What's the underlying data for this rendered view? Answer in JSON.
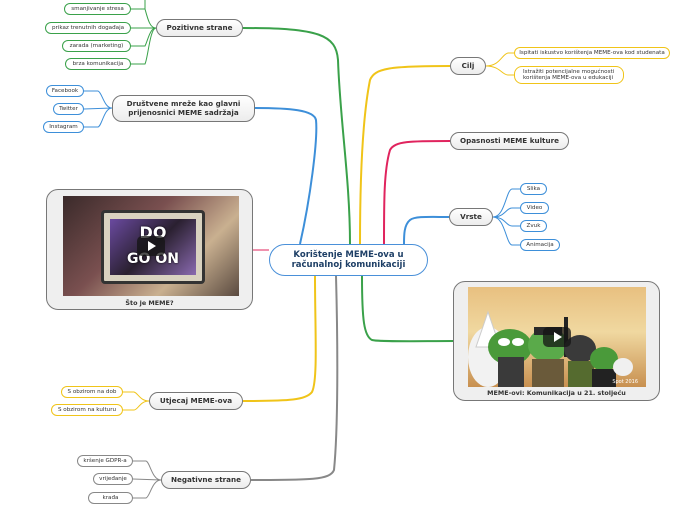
{
  "central": "Korištenje MEME-ova u računalnoj komunikaciji",
  "branches": {
    "pozitivne": {
      "label": "Pozitivne strane",
      "items": [
        "smanjivanje stresa",
        "prikaz trenutnih događaja",
        "zarada (marketing)",
        "brza komunikacija"
      ]
    },
    "drustvene": {
      "label": "Društvene mreže kao glavni prijenosnici MEME sadržaja",
      "items": [
        "Facebook",
        "Twitter",
        "Instagram"
      ]
    },
    "utjecaj": {
      "label": "Utjecaj MEME-ova",
      "items": [
        "S obzirom na dob",
        "S obzirom na kulturu"
      ]
    },
    "negativne": {
      "label": "Negativne strane",
      "items": [
        "kršenje GDPR-a",
        "vrijeđanje",
        "krađa"
      ]
    },
    "cilj": {
      "label": "Cilj",
      "items": [
        "Ispitati iskustvo korištenja MEME-ova kod studenata",
        "Istražiti potencijalne mogućnosti korištenja MEME-ova u edukaciji"
      ]
    },
    "opasnosti": {
      "label": "Opasnosti MEME kulture"
    },
    "vrste": {
      "label": "Vrste",
      "items": [
        "Slika",
        "Video",
        "Zvuk",
        "Animacija"
      ]
    }
  },
  "videos": {
    "left": {
      "title": "Što je MEME?",
      "text_top": "DO",
      "text_bottom": "GO ON"
    },
    "right": {
      "title": "MEME-ovi: Komunikacija u 21. stoljeću",
      "caption": "Spot 2016"
    }
  },
  "colors": {
    "green": "#3aa14a",
    "blue": "#3d8fd9",
    "yellow": "#f0c419",
    "pink": "#e0245e",
    "gray": "#888888",
    "central_border": "#4a90d9"
  }
}
